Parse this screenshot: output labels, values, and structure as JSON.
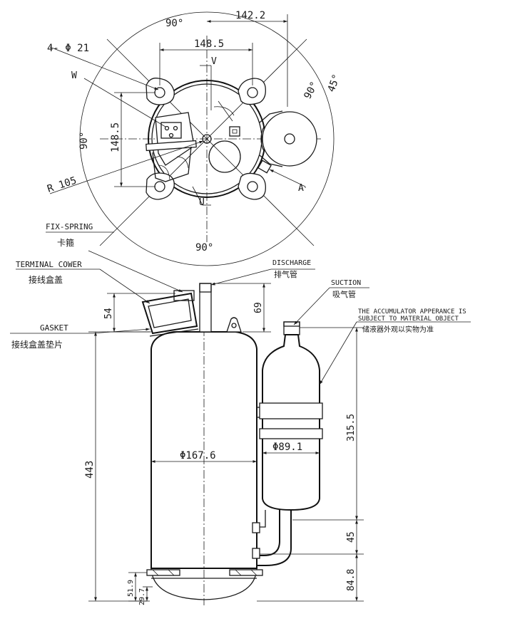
{
  "top_view": {
    "angle_top": "90°",
    "angle_bottom": "90°",
    "angle_left": "90°",
    "angle_right_90": "90°",
    "angle_right_45": "45°",
    "dim_142_2": "142.2",
    "dim_148_5_h": "148.5",
    "dim_148_5_v": "148.5",
    "hole_spec": "4- Φ 21",
    "label_w": "W",
    "label_v": "V",
    "label_u": "U",
    "label_a": "A",
    "radius": "R 105"
  },
  "side_view": {
    "fix_spring_en": "FIX-SPRING",
    "fix_spring_cn": "卡箍",
    "terminal_cover_en": "TERMINAL COWER",
    "terminal_cover_cn": "接线盒盖",
    "gasket_en": "GASKET",
    "gasket_cn": "接线盒盖垫片",
    "discharge_en": "DISCHARGE",
    "discharge_cn": "排气管",
    "suction_en": "SUCTION",
    "suction_cn": "吸气管",
    "accumulator_note_1": "THE ACCUMULATOR APPERANCE IS",
    "accumulator_note_2": "SUBJECT TO MATERIAL OBJECT",
    "accumulator_note_cn": "储液器外观以实物为准",
    "dim_54": "54",
    "dim_69": "69",
    "dim_443": "443",
    "dim_shell_dia": "Φ167.6",
    "dim_acc_dia": "Φ89.1",
    "dim_315_5": "315.5",
    "dim_45": "45",
    "dim_84_8": "84.8",
    "dim_51_9": "51.9",
    "dim_29_7": "29.7"
  }
}
